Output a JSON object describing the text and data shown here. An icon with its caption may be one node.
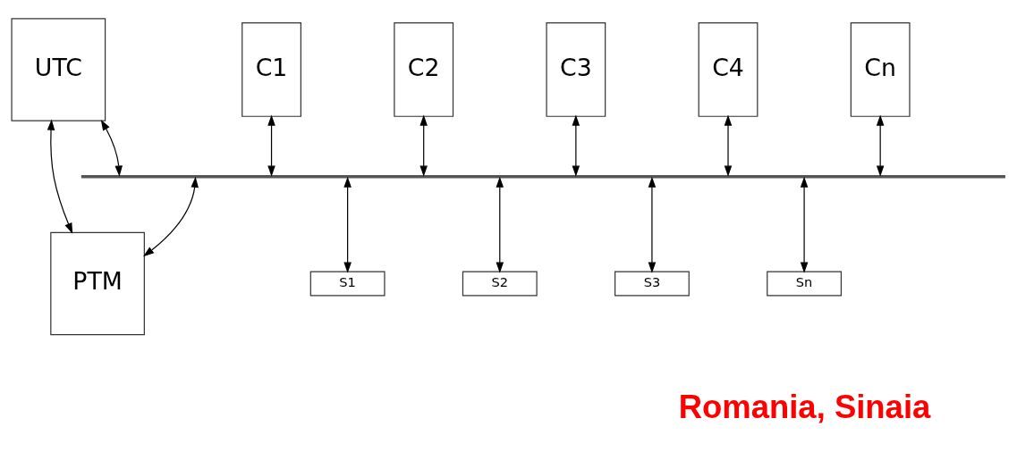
{
  "diagram": {
    "nodes": [
      {
        "text": [
          "UTC"
        ]
      },
      {
        "text": [
          "PTM"
        ]
      },
      {
        "text": [],
        "shape": "bar"
      },
      {
        "text": [
          "C1"
        ]
      },
      {
        "text": [
          "C2"
        ]
      },
      {
        "text": [
          "C3"
        ]
      },
      {
        "text": [
          "C4"
        ]
      },
      {
        "text": [
          "Cn"
        ]
      },
      {
        "text": [
          "S1"
        ]
      },
      {
        "text": [
          "S2"
        ]
      },
      {
        "text": [
          "S3"
        ]
      },
      {
        "text": [
          "Sn"
        ]
      }
    ],
    "edges": [
      {
        "from": 0,
        "to": 1,
        "arrow": "both"
      },
      {
        "from": 0,
        "to": 2,
        "arrow": "both"
      },
      {
        "from": 2,
        "to": 1,
        "arrow": "both"
      },
      {
        "from": 3,
        "to": 2,
        "arrow": "both"
      },
      {
        "from": 4,
        "to": 2,
        "arrow": "both"
      },
      {
        "from": 5,
        "to": 2,
        "arrow": "both"
      },
      {
        "from": 6,
        "to": 2,
        "arrow": "both"
      },
      {
        "from": 7,
        "to": 2,
        "arrow": "both"
      },
      {
        "from": 2,
        "to": 8,
        "arrow": "both"
      },
      {
        "from": 2,
        "to": 9,
        "arrow": "both"
      },
      {
        "from": 2,
        "to": 10,
        "arrow": "both"
      },
      {
        "from": 2,
        "to": 11,
        "arrow": "both"
      }
    ],
    "labels": [
      "Romania, Sinaia"
    ]
  }
}
